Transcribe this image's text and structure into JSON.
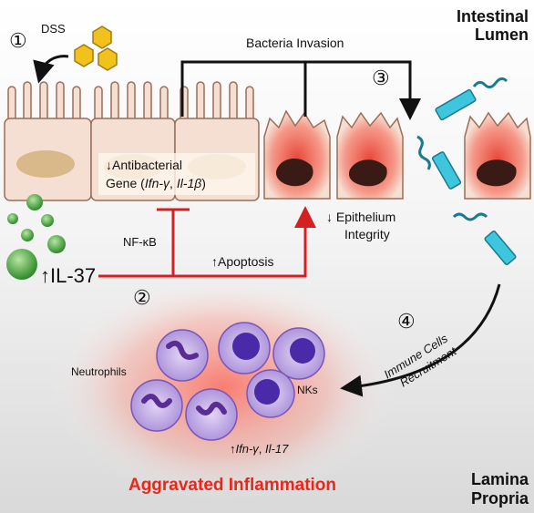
{
  "labels": {
    "step1": "①",
    "step2": "②",
    "step3": "③",
    "step4": "④",
    "dss": "DSS",
    "lumen_line1": "Intestinal",
    "lumen_line2": "Lumen",
    "propria_line1": "Lamina",
    "propria_line2": "Propria",
    "bacteria_invasion": "Bacteria Invasion",
    "antibacterial_line1": "↓Antibacterial",
    "antibacterial_gene": "Gene (",
    "antibacterial_ifn": "Ifn-γ",
    "antibacterial_sep": ", ",
    "antibacterial_il1b": "Il-1β",
    "antibacterial_close": ")",
    "nfkb": "NF-κB",
    "il37": "↑IL-37",
    "apoptosis": "↑Apoptosis",
    "epithelium_line1": "↓ Epithelium",
    "epithelium_line2": "Integrity",
    "immune_line1": "Immune Cells",
    "immune_line2": "Recruitment",
    "neutrophils": "Neutrophils",
    "nks": "NKs",
    "cytokines_arrow": "↑",
    "cytokines_ifn": "Ifn-γ",
    "cytokines_sep": ", ",
    "cytokines_il17": "Il-17",
    "aggravated": "Aggravated Inflammation"
  },
  "colors": {
    "cell_fill": "#f5ded2",
    "cell_stroke": "#9a6f5a",
    "nucleus": "#d9b98a",
    "damaged_red": "#e8473a",
    "damaged_nucleus": "#3a1a14",
    "il37_green": "#3f9a38",
    "inhibit_red": "#d42020",
    "bacteria_cyan": "#3fc6df",
    "dss_yellow": "#f2c21c",
    "immune_purple": "#7a55b8",
    "inflammation_red": "#e8281c"
  }
}
